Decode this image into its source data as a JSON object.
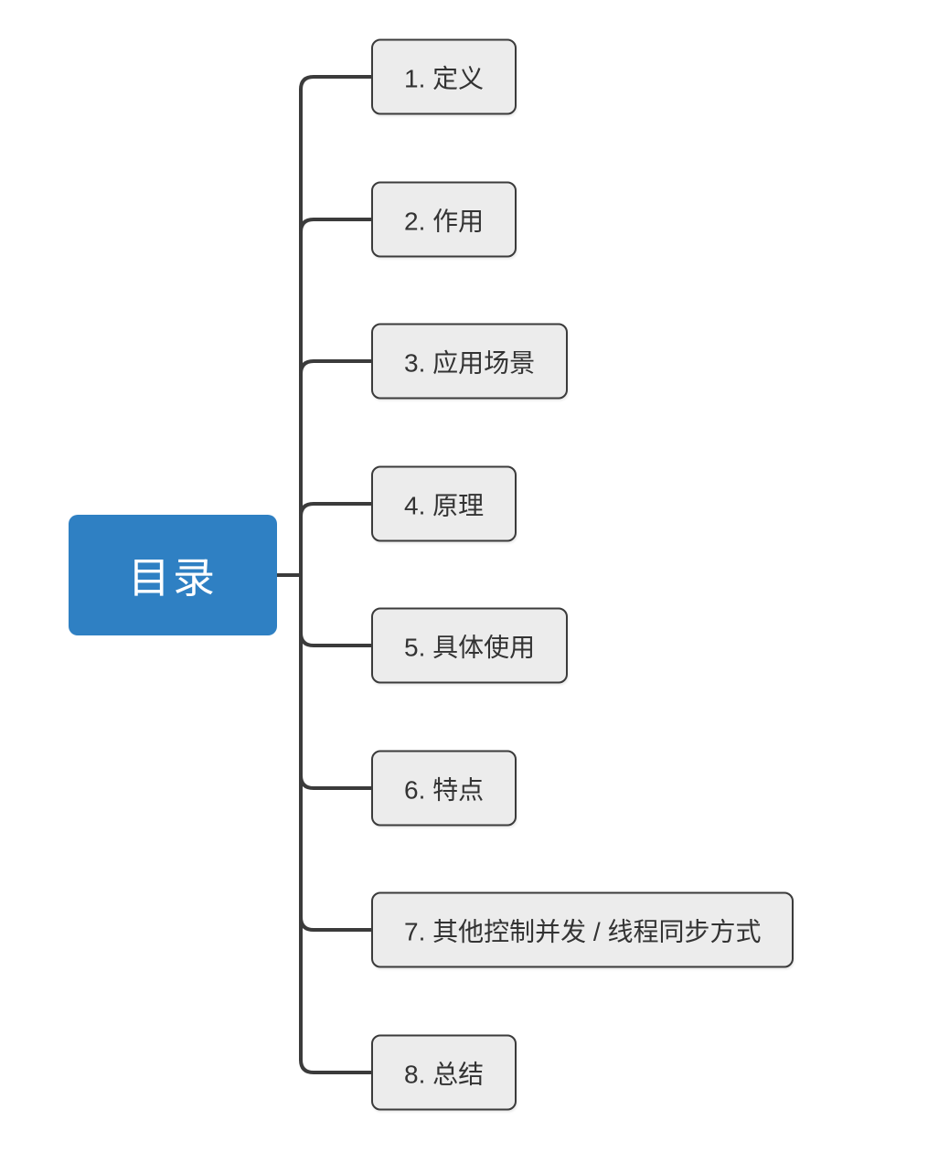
{
  "diagram": {
    "type": "mindmap",
    "root": {
      "label": "目录"
    },
    "branches": [
      {
        "label": "1. 定义"
      },
      {
        "label": "2. 作用"
      },
      {
        "label": "3. 应用场景"
      },
      {
        "label": "4. 原理"
      },
      {
        "label": "5. 具体使用"
      },
      {
        "label": "6. 特点"
      },
      {
        "label": "7. 其他控制并发 / 线程同步方式"
      },
      {
        "label": "8. 总结"
      }
    ],
    "colors": {
      "root_bg": "#2f80c3",
      "root_text": "#ffffff",
      "node_bg": "#ececec",
      "node_border": "#3b3b3b",
      "node_text": "#333333",
      "line": "#3b3b3b"
    }
  }
}
